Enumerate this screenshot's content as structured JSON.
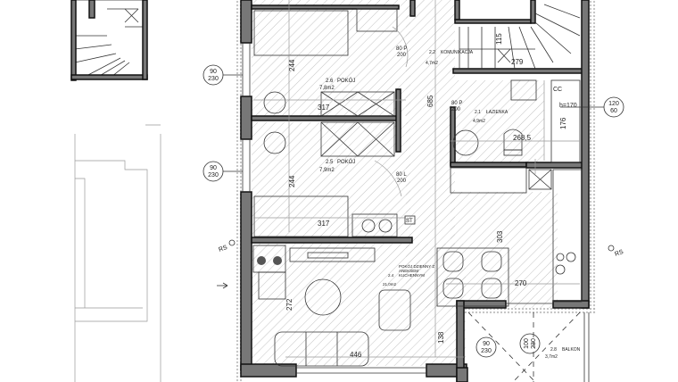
{
  "rooms": [
    {
      "number": "2.6",
      "name": "POKÓJ",
      "area": "7,8m2"
    },
    {
      "number": "2.5",
      "name": "POKÓJ",
      "area": "7,9m2"
    },
    {
      "number": "2.2",
      "name": "KOMUNIKACJA",
      "area": "4,7m2"
    },
    {
      "number": "2.1",
      "name": "ŁAZIENKA",
      "area": "4,9m2"
    },
    {
      "number": "2.4",
      "name": "POKÓJ DZIENNY Z ANEKSEM KUCHENNYM",
      "area": "21,0m2"
    },
    {
      "number": "2.8",
      "name": "BALKON",
      "area": "3,7m2"
    }
  ],
  "dimensions": {
    "bed1_height": "244",
    "bed1_width": "317",
    "bed2_height": "244",
    "bed2_width": "317",
    "corridor": "685",
    "stair_width": "115",
    "stair_length": "279",
    "bath_width": "268,5",
    "bath_depth": "176",
    "bath_window_sill": "h=170",
    "kitchen_depth": "303",
    "kitchen_width": "270",
    "living_height": "272",
    "living_width": "446",
    "living_small": "138"
  },
  "doors": [
    {
      "label": "80 P",
      "height": "200"
    },
    {
      "label": "80 P",
      "height": "200"
    },
    {
      "label": "80 L",
      "height": "200"
    }
  ],
  "windows": [
    {
      "width": "90",
      "height": "230"
    },
    {
      "width": "90",
      "height": "230"
    },
    {
      "width": "120",
      "height": "60"
    },
    {
      "width": "90",
      "height": "230"
    },
    {
      "width": "100",
      "height": "230"
    }
  ],
  "markers": {
    "rs": "RS",
    "st": "ST",
    "cc": "CC"
  }
}
